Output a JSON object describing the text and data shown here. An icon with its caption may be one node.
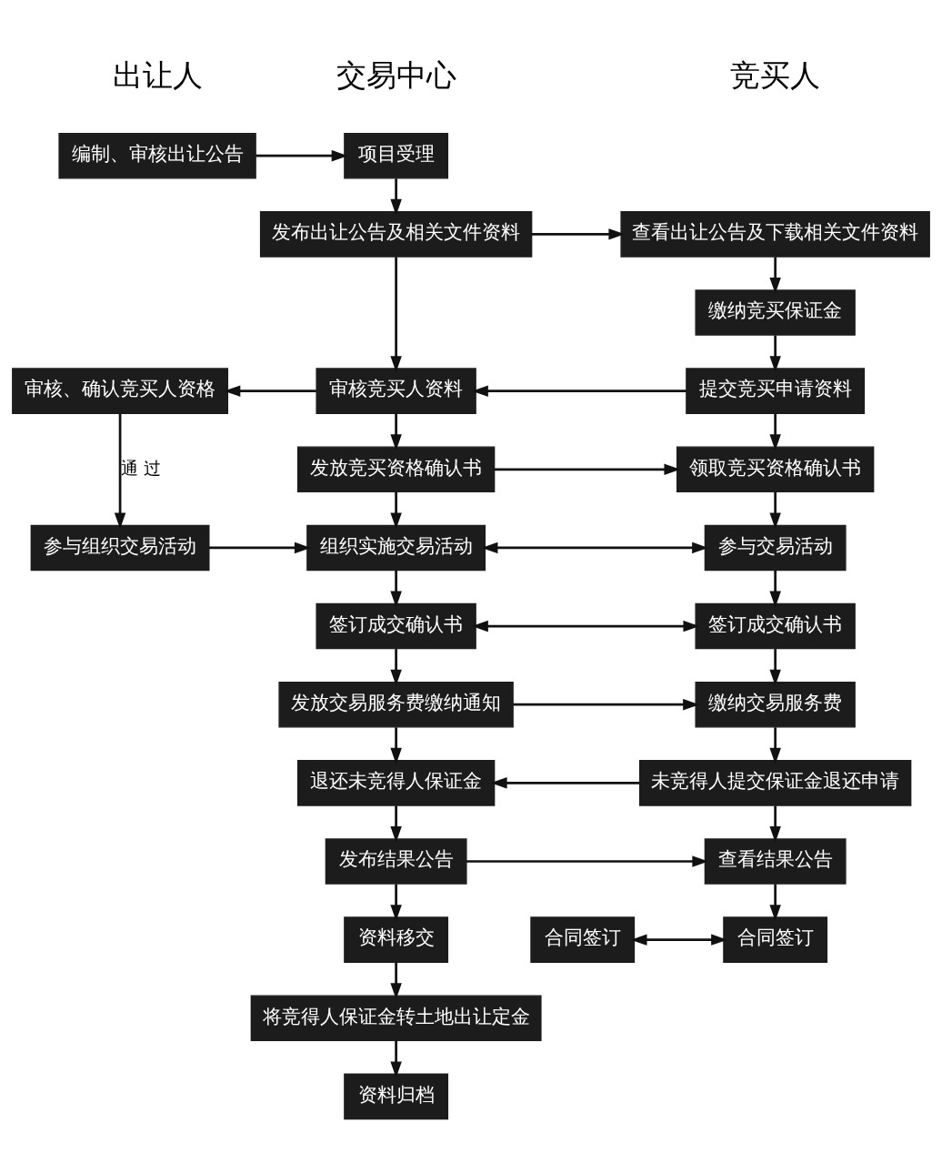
{
  "diagram": {
    "nodes": [
      {
        "text": [
          "编制、审核出让公告"
        ]
      },
      {
        "text": [
          "项目受理"
        ]
      },
      {
        "text": [
          "发布出让公告及相关文件资料"
        ]
      },
      {
        "text": [
          "查看出让公告及下载相关文件资料"
        ]
      },
      {
        "text": [
          "缴纳竞买保证金"
        ]
      },
      {
        "text": [
          "审核、确认竞买人资格"
        ]
      },
      {
        "text": [
          "审核竞买人资料"
        ]
      },
      {
        "text": [
          "提交竞买申请资料"
        ]
      },
      {
        "text": [
          "发放竞买资格确认书"
        ]
      },
      {
        "text": [
          "领取竞买资格确认书"
        ]
      },
      {
        "text": [
          "参与组织交易活动"
        ]
      },
      {
        "text": [
          "组织实施交易活动"
        ]
      },
      {
        "text": [
          "参与交易活动"
        ]
      },
      {
        "text": [
          "签订成交确认书"
        ]
      },
      {
        "text": [
          "签订成交确认书"
        ]
      },
      {
        "text": [
          "发放交易服务费缴纳通知"
        ]
      },
      {
        "text": [
          "缴纳交易服务费"
        ]
      },
      {
        "text": [
          "退还未竞得人保证金"
        ]
      },
      {
        "text": [
          "未竞得人提交保证金退还申请"
        ]
      },
      {
        "text": [
          "发布结果公告"
        ]
      },
      {
        "text": [
          "查看结果公告"
        ]
      },
      {
        "text": [
          "资料移交"
        ]
      },
      {
        "text": [
          "合同签订"
        ]
      },
      {
        "text": [
          "合同签订"
        ]
      },
      {
        "text": [
          "将竞得人保证金转土地出让定金"
        ]
      },
      {
        "text": [
          "资料归档"
        ]
      }
    ],
    "edges": [
      {
        "from": 0,
        "to": 1,
        "arrow": "to"
      },
      {
        "from": 1,
        "to": 2,
        "arrow": "to"
      },
      {
        "from": 2,
        "to": 3,
        "arrow": "to"
      },
      {
        "from": 3,
        "to": 4,
        "arrow": "to"
      },
      {
        "from": 2,
        "to": 6,
        "arrow": "to"
      },
      {
        "from": 4,
        "to": 7,
        "arrow": "to"
      },
      {
        "from": 7,
        "to": 6,
        "arrow": "to"
      },
      {
        "from": 6,
        "to": 5,
        "arrow": "to"
      },
      {
        "from": 5,
        "to": 10,
        "arrow": "to",
        "label": "通 过"
      },
      {
        "from": 6,
        "to": 8,
        "arrow": "to"
      },
      {
        "from": 7,
        "to": 9,
        "arrow": "to"
      },
      {
        "from": 8,
        "to": 9,
        "arrow": "to"
      },
      {
        "from": 8,
        "to": 11,
        "arrow": "to"
      },
      {
        "from": 9,
        "to": 12,
        "arrow": "to"
      },
      {
        "from": 10,
        "to": 11,
        "arrow": "to"
      },
      {
        "from": 11,
        "to": 12,
        "arrow": "both"
      },
      {
        "from": 11,
        "to": 13,
        "arrow": "to"
      },
      {
        "from": 12,
        "to": 14,
        "arrow": "to"
      },
      {
        "from": 13,
        "to": 14,
        "arrow": "both"
      },
      {
        "from": 13,
        "to": 15,
        "arrow": "to"
      },
      {
        "from": 14,
        "to": 16,
        "arrow": "to"
      },
      {
        "from": 15,
        "to": 16,
        "arrow": "to"
      },
      {
        "from": 15,
        "to": 17,
        "arrow": "to"
      },
      {
        "from": 16,
        "to": 18,
        "arrow": "to"
      },
      {
        "from": 18,
        "to": 17,
        "arrow": "to"
      },
      {
        "from": 17,
        "to": 19,
        "arrow": "to"
      },
      {
        "from": 18,
        "to": 20,
        "arrow": "to"
      },
      {
        "from": 19,
        "to": 20,
        "arrow": "to"
      },
      {
        "from": 19,
        "to": 21,
        "arrow": "to"
      },
      {
        "from": 20,
        "to": 23,
        "arrow": "to"
      },
      {
        "from": 21,
        "to": 24,
        "arrow": "to"
      },
      {
        "from": 22,
        "to": 23,
        "arrow": "both"
      },
      {
        "from": 24,
        "to": 25,
        "arrow": "to"
      }
    ],
    "labels": [
      "出让人",
      "交易中心",
      "竞买人"
    ]
  }
}
